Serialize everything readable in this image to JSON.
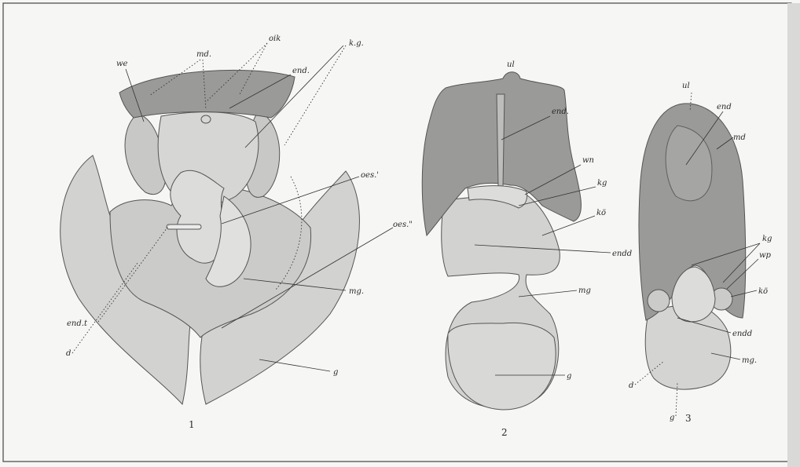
{
  "figures": [
    {
      "number": "1",
      "labels": {
        "we": "we",
        "md": "md.",
        "oik": "oik",
        "end": "end.",
        "kg": "k.g.",
        "oes1": "oes.'",
        "oes2": "oes.\"",
        "mg": "mg.",
        "endt": "end.t",
        "d": "d",
        "g": "g"
      }
    },
    {
      "number": "2",
      "labels": {
        "ul": "ul",
        "end": "end.",
        "wn": "wn",
        "kg": "kg",
        "ko": "kö",
        "endd": "endd",
        "mg": "mg",
        "g": "g"
      }
    },
    {
      "number": "3",
      "labels": {
        "ul": "ul",
        "end": "end",
        "md": "md",
        "kg": "kg",
        "wp": "wp",
        "ko": "kö",
        "endd": "endd",
        "mg": "mg.",
        "d": "d",
        "g": "g"
      }
    }
  ],
  "colors": {
    "dark_tissue": "#9a9a98",
    "light_tissue": "#d2d2d0",
    "mid_tissue": "#c6c6c4",
    "paper": "#f6f6f4"
  }
}
